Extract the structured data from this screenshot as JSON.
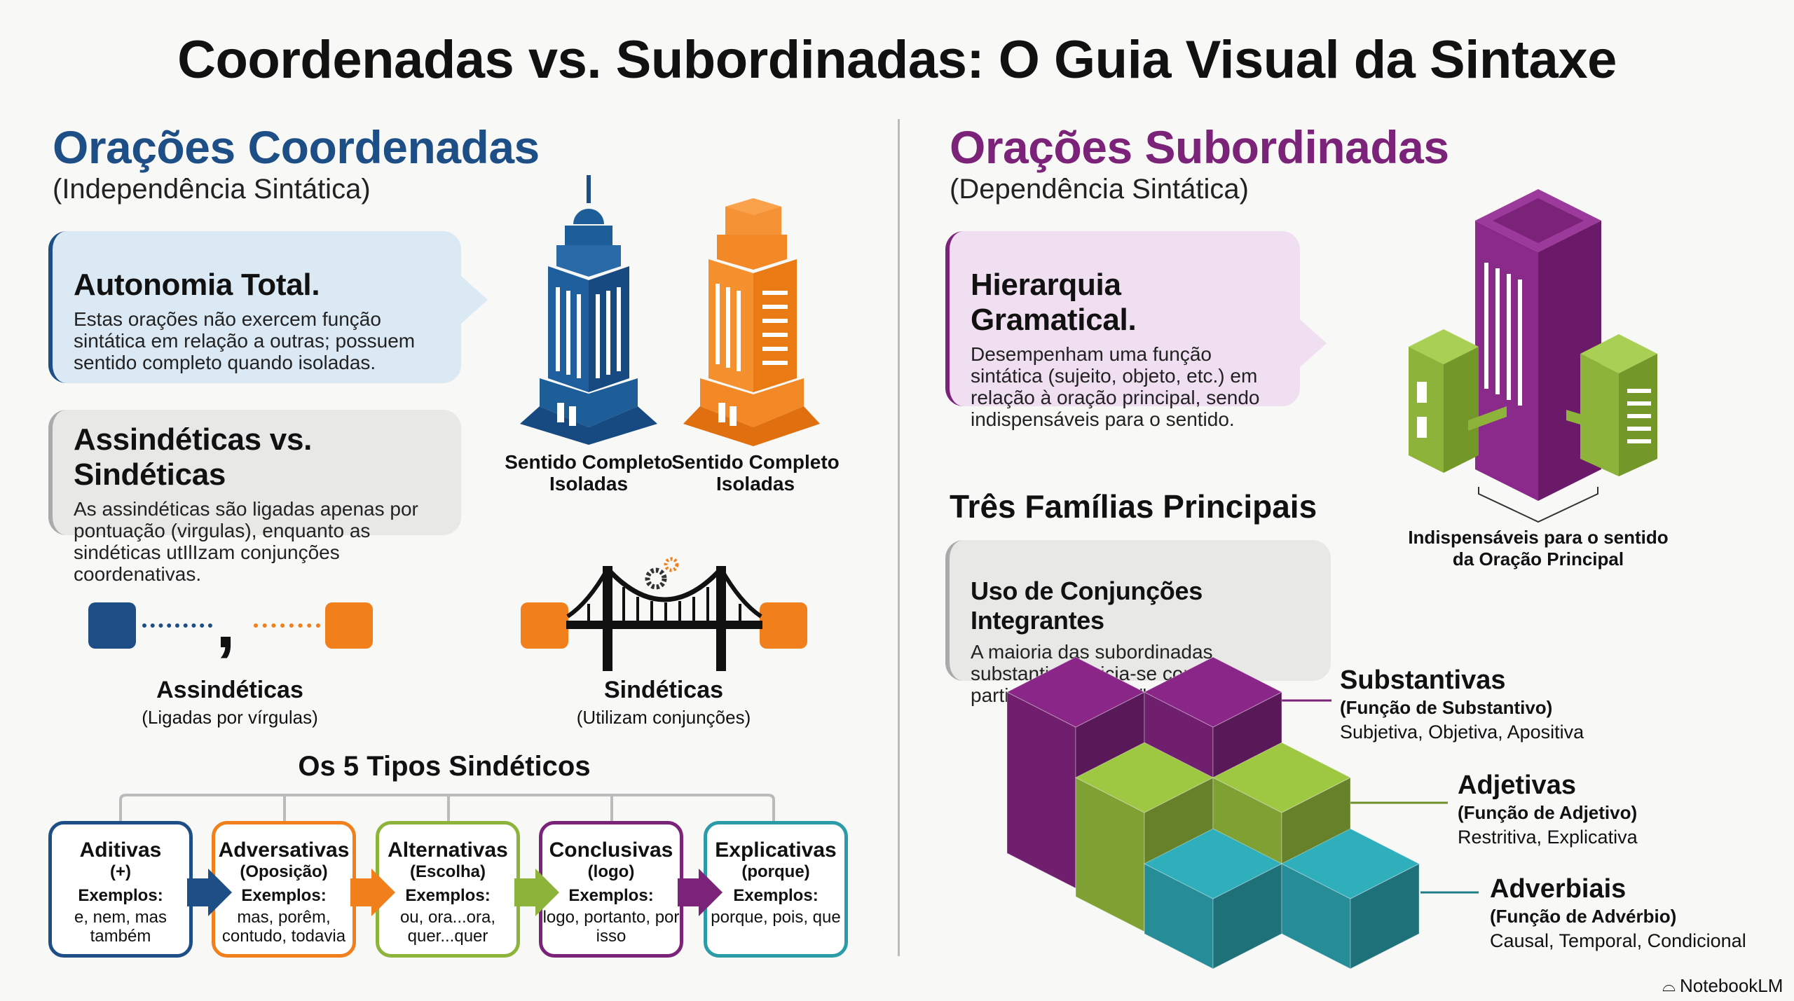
{
  "title": "Coordenadas vs. Subordinadas: O Guia Visual da Sintaxe",
  "colors": {
    "blue": "#1d4f86",
    "orange": "#f07f1c",
    "green": "#8db33a",
    "purple": "#7b2279",
    "teal": "#2a9ca8"
  },
  "left": {
    "heading": "Orações Coordenadas",
    "subheading": "(Independência Sintática)",
    "autonomy": {
      "title": "Autonomia Total.",
      "text": "Estas orações não exercem função sintática em relação a outras; possuem sentido completo quando isoladas."
    },
    "comparison": {
      "title": "Assindéticas vs. Sindéticas",
      "text": "As assindéticas são ligadas apenas por pontuação (virgulas), enquanto as sindéticas utIlIzam conjunções coordenativas."
    },
    "buildings": [
      {
        "line1": "Sentido Completo",
        "line2": "Isoladas"
      },
      {
        "line1": "Sentido Completo",
        "line2": "Isoladas"
      }
    ],
    "assindeticas": {
      "title": "Assindéticas",
      "sub": "(Ligadas por vírgulas)",
      "comma": ","
    },
    "sindeticas": {
      "title": "Sindéticas",
      "sub": "(Utilizam conjunções)"
    },
    "types_heading": "Os 5 Tipos Sindéticos",
    "types": [
      {
        "name": "Aditivas",
        "desc": "(+)",
        "examples_label": "Exemplos:",
        "examples": "e, nem, mas também"
      },
      {
        "name": "Adversativas",
        "desc": "(Oposição)",
        "examples_label": "Exemplos:",
        "examples": "mas, porêm, contudo, todavia"
      },
      {
        "name": "Alternativas",
        "desc": "(Escolha)",
        "examples_label": "Exemplos:",
        "examples": "ou, ora...ora, quer...quer"
      },
      {
        "name": "Conclusivas",
        "desc": "(logo)",
        "examples_label": "Exemplos:",
        "examples": "logo, portanto, por isso"
      },
      {
        "name": "Explicativas",
        "desc": "(porque)",
        "examples_label": "Exemplos:",
        "examples": "porque, pois, que"
      }
    ]
  },
  "right": {
    "heading": "Orações Subordinadas",
    "subheading": "(Dependência Sintática)",
    "hierarchy": {
      "title": "Hierarquia Gramatical.",
      "text": "Desempenham uma função sintática (sujeito, objeto, etc.) em relação à oração principal, sendo indispensáveis para o sentido."
    },
    "building_label": {
      "line1": "Indispensáveis para o sentido",
      "line2": "da Oração Principal"
    },
    "families_heading": "Três Famílias Principais",
    "integrantes": {
      "title": "Uso de Conjunções Integrantes",
      "text": "A maioria das subordinadas substantivas inicia-se com as particulas \"que\" ou \"se\"."
    },
    "families": [
      {
        "name": "Substantivas",
        "function": "(Função de Substantivo)",
        "types": "Subjetiva, Objetiva, Apositiva"
      },
      {
        "name": "Adjetivas",
        "function": "(Função de Adjetivo)",
        "types": "Restritiva, Explicativa"
      },
      {
        "name": "Adverbiais",
        "function": "(Função de Advérbio)",
        "types": "Causal, Temporal, Condicional"
      }
    ]
  },
  "brand": "NotebookLM"
}
